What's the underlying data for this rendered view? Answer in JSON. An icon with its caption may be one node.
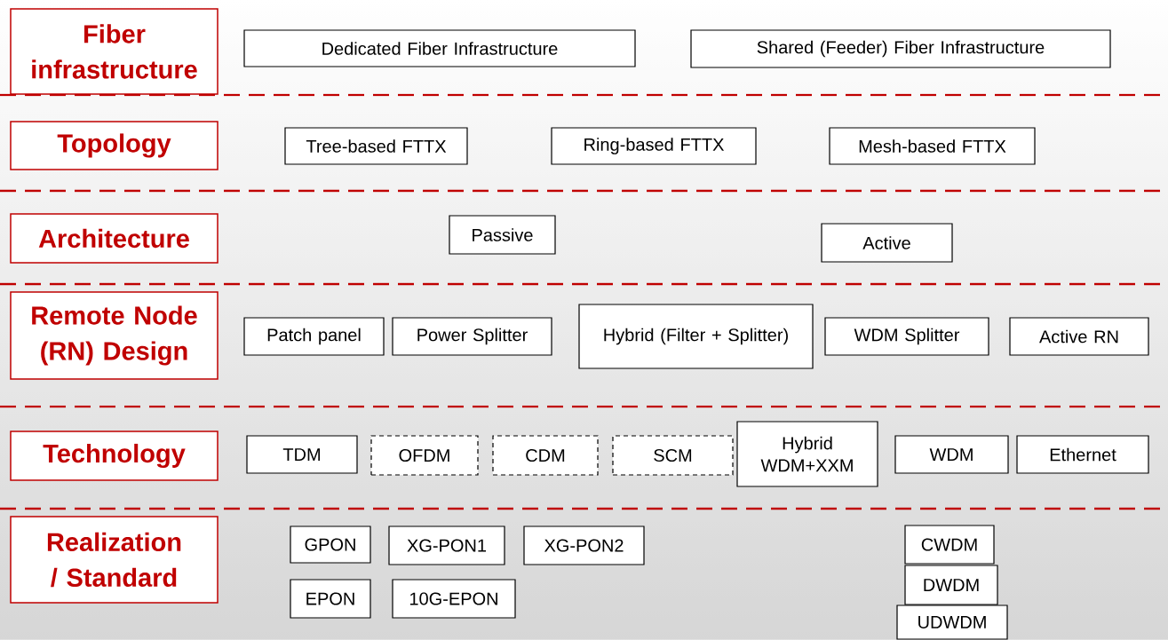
{
  "diagram": {
    "nodes": [
      {
        "text": [
          "Fiber infrastructure"
        ]
      },
      {
        "text": [
          "Dedicated Fiber Infrastructure"
        ]
      },
      {
        "text": [
          "Shared (Feeder) Fiber Infrastructure"
        ]
      },
      {
        "text": [
          "Topology"
        ]
      },
      {
        "text": [
          "Tree-based FTTX"
        ]
      },
      {
        "text": [
          "Ring-based FTTX"
        ]
      },
      {
        "text": [
          "Mesh-based FTTX"
        ]
      },
      {
        "text": [
          "Architecture"
        ]
      },
      {
        "text": [
          "Passive"
        ]
      },
      {
        "text": [
          "Active"
        ]
      },
      {
        "text": [
          "Remote Node (RN) Design"
        ]
      },
      {
        "text": [
          "Patch panel"
        ]
      },
      {
        "text": [
          "Power Splitter"
        ]
      },
      {
        "text": [
          "Hybrid (Filter + Splitter)"
        ]
      },
      {
        "text": [
          "WDM Splitter"
        ]
      },
      {
        "text": [
          "Active RN"
        ]
      },
      {
        "text": [
          "Technology"
        ]
      },
      {
        "text": [
          "TDM"
        ]
      },
      {
        "text": [
          "OFDM"
        ]
      },
      {
        "text": [
          "CDM"
        ]
      },
      {
        "text": [
          "SCM"
        ]
      },
      {
        "text": [
          "Hybrid WDM+XXM"
        ]
      },
      {
        "text": [
          "WDM"
        ]
      },
      {
        "text": [
          "Ethernet"
        ]
      },
      {
        "text": [
          "Realization / Standard"
        ]
      },
      {
        "text": [
          "GPON"
        ]
      },
      {
        "text": [
          "XG-PON1"
        ]
      },
      {
        "text": [
          "XG-PON2"
        ]
      },
      {
        "text": [
          "EPON"
        ]
      },
      {
        "text": [
          "10G-EPON"
        ]
      },
      {
        "text": [
          "CWDM"
        ]
      },
      {
        "text": [
          "DWDM"
        ]
      },
      {
        "text": [
          "UDWDM"
        ]
      }
    ]
  }
}
